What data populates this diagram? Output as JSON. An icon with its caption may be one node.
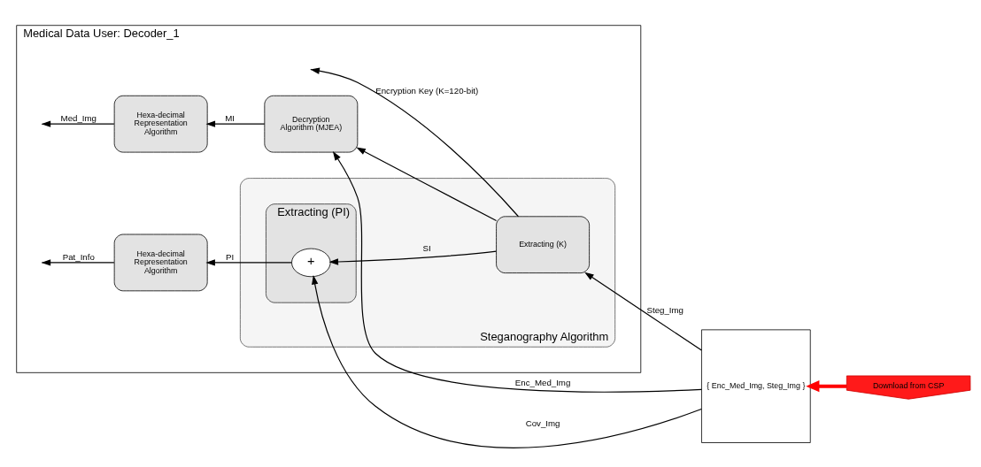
{
  "diagram": {
    "nodes": [
      {
        "text": [
          "Medical Data User: Decoder_1"
        ]
      },
      {
        "text": [
          "Hexa-decimal Representation Algorithm"
        ],
        "in": 0
      },
      {
        "text": [
          "Decryption Algorithm (MJEA)"
        ],
        "in": 0
      },
      {
        "text": [
          "Hexa-decimal Representation Algorithm"
        ],
        "in": 0
      },
      {
        "text": [
          "Steganography Algorithm"
        ],
        "in": 0
      },
      {
        "text": [
          "Extracting (PI)"
        ],
        "in": 4
      },
      {
        "text": [
          "+"
        ],
        "in": 5
      },
      {
        "text": [
          "Extracting (K)"
        ],
        "in": 4
      },
      {
        "text": [
          "{ Enc_Med_Img, Steg_Img }"
        ]
      },
      {
        "text": [
          "Download from CSP"
        ]
      }
    ],
    "edges": [
      {
        "from": 9,
        "to": 8,
        "arrow": "to",
        "style": "thick",
        "color": "#ff0000"
      },
      {
        "from": 8,
        "to": 2,
        "arrow": "to",
        "label": "Enc_Med_Img"
      },
      {
        "from": 8,
        "to": 6,
        "arrow": "to",
        "label": "Cov_Img"
      },
      {
        "from": 8,
        "to": 7,
        "arrow": "to",
        "label": "Steg_Img"
      },
      {
        "from": 7,
        "to": 6,
        "arrow": "to",
        "label": "SI"
      },
      {
        "from": 6,
        "to": 3,
        "arrow": "to",
        "label": "PI"
      },
      {
        "from": 3,
        "to": null,
        "arrow": "to",
        "label": "Pat_Info"
      },
      {
        "from": 2,
        "to": 1,
        "arrow": "to",
        "label": "MI"
      },
      {
        "from": 1,
        "to": null,
        "arrow": "to",
        "label": "Med_Img"
      },
      {
        "from": 7,
        "to": null,
        "arrow": "to",
        "label": "Encryption Key (K=120-bit)"
      },
      {
        "from": 7,
        "to": 2,
        "arrow": "to"
      }
    ]
  }
}
